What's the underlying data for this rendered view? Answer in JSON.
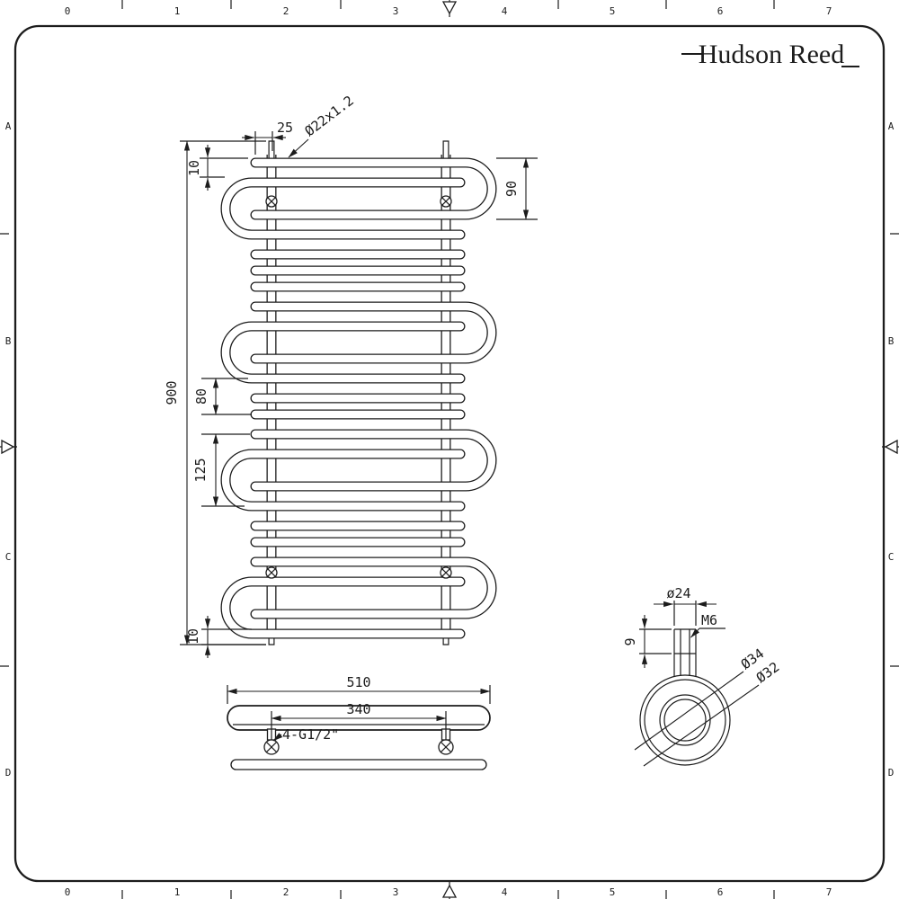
{
  "sheet": {
    "logo_text": "Hudson Reed",
    "ruler_columns": [
      "0",
      "1",
      "2",
      "3",
      "4",
      "5",
      "6",
      "7"
    ],
    "ruler_rows": [
      "A",
      "B",
      "C",
      "D"
    ]
  },
  "front_view": {
    "dim_bracket_offset": "25",
    "dim_tube_spec": "Ø22x1.2",
    "dim_top_gap": "10",
    "dim_loop_height": "90",
    "dim_overall_height": "900",
    "dim_bar_gap": "80",
    "dim_loop_pitch": "125",
    "dim_bottom_gap": "10"
  },
  "plan_view": {
    "dim_overall_width": "510",
    "dim_fixing_centres": "340",
    "label_connections": "4-G1/2\""
  },
  "detail_view": {
    "dim_boss_diameter": "ø24",
    "dim_thread": "M6",
    "dim_boss_height": "9",
    "dim_outer_diameter": "Ø34",
    "dim_inner_diameter": "Ø32"
  }
}
